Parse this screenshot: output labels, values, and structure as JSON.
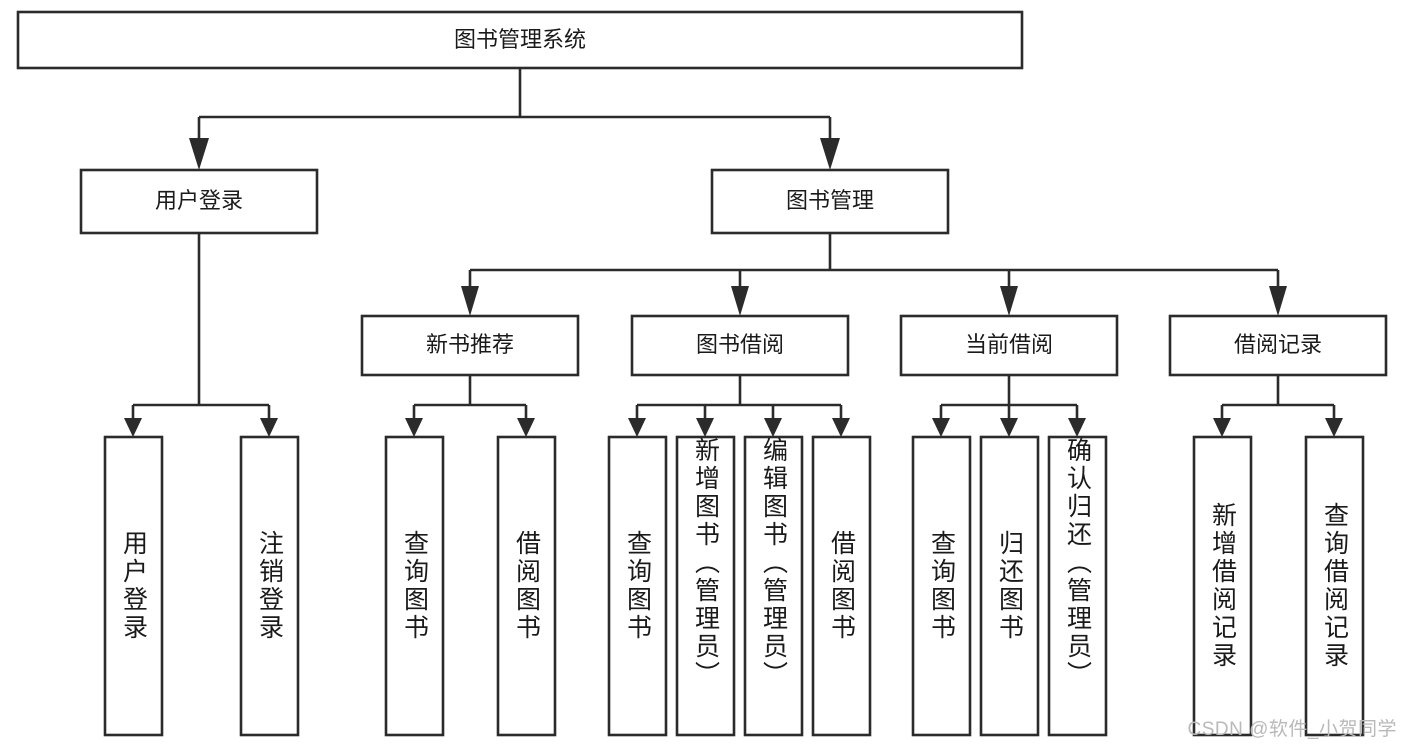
{
  "diagram": {
    "title": "图书管理系统",
    "type": "hierarchy-tree",
    "watermark": "CSDN @软件_小贺同学",
    "colors": {
      "box_stroke": "#2b2b2b",
      "box_fill": "#ffffff",
      "text": "#1a1a1a",
      "background": "#ffffff",
      "watermark": "#b9b9b9"
    },
    "root": {
      "label": "图书管理系统"
    },
    "level2": [
      {
        "label": "用户登录"
      },
      {
        "label": "图书管理"
      }
    ],
    "level3": [
      {
        "label": "新书推荐"
      },
      {
        "label": "图书借阅"
      },
      {
        "label": "当前借阅"
      },
      {
        "label": "借阅记录"
      }
    ],
    "leaves": {
      "user_login": [
        {
          "label": "用户登录"
        },
        {
          "label": "注销登录"
        }
      ],
      "new_book_recommend": [
        {
          "label": "查询图书"
        },
        {
          "label": "借阅图书"
        }
      ],
      "book_borrow": [
        {
          "label": "查询图书"
        },
        {
          "label": "新增图书（管理员）"
        },
        {
          "label": "编辑图书（管理员）"
        },
        {
          "label": "借阅图书"
        }
      ],
      "current_borrow": [
        {
          "label": "查询图书"
        },
        {
          "label": "归还图书"
        },
        {
          "label": "确认归还（管理员）"
        }
      ],
      "borrow_records": [
        {
          "label": "新增借阅记录"
        },
        {
          "label": "查询借阅记录"
        }
      ]
    }
  }
}
